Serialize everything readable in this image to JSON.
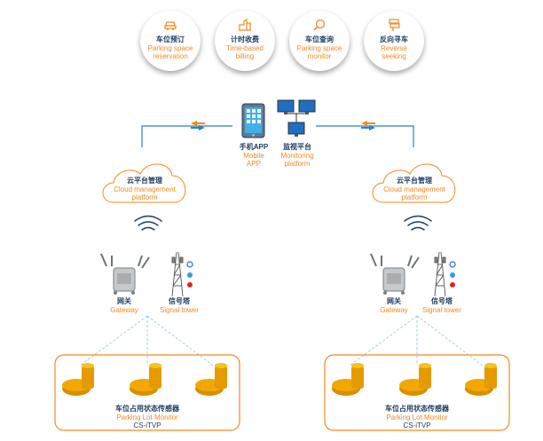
{
  "features": [
    {
      "cn": "车位预订",
      "en1": "Parking space",
      "en2": "reservation",
      "icon": "car-icon"
    },
    {
      "cn": "计时收费",
      "en1": "Time-based",
      "en2": "billing",
      "icon": "building-icon"
    },
    {
      "cn": "车位查询",
      "en1": "Parking space",
      "en2": "monitor",
      "icon": "magnifier-icon"
    },
    {
      "cn": "反向寻车",
      "en1": "Reverse",
      "en2": "seeking",
      "icon": "signpost-icon"
    }
  ],
  "center": {
    "app_cn": "手机APP",
    "app_en1": "Mobile",
    "app_en2": "APP",
    "mon_cn": "监视平台",
    "mon_en1": "Monitoring",
    "mon_en2": "platform"
  },
  "cloud": {
    "cn": "云平台管理",
    "en1": "Cloud management",
    "en2": "platform"
  },
  "gateway": {
    "cn": "网关",
    "en": "Gateway"
  },
  "tower": {
    "cn": "信号塔",
    "en": "Signal tower"
  },
  "sensor": {
    "cn": "车位占用状态传感器",
    "en": "Parking Lot Monitor",
    "model": "CS-iTVP"
  },
  "colors": {
    "navy": "#1c3d63",
    "orange": "#f08a21",
    "sensor": "#f2a800",
    "line": "#2a7fbf"
  }
}
